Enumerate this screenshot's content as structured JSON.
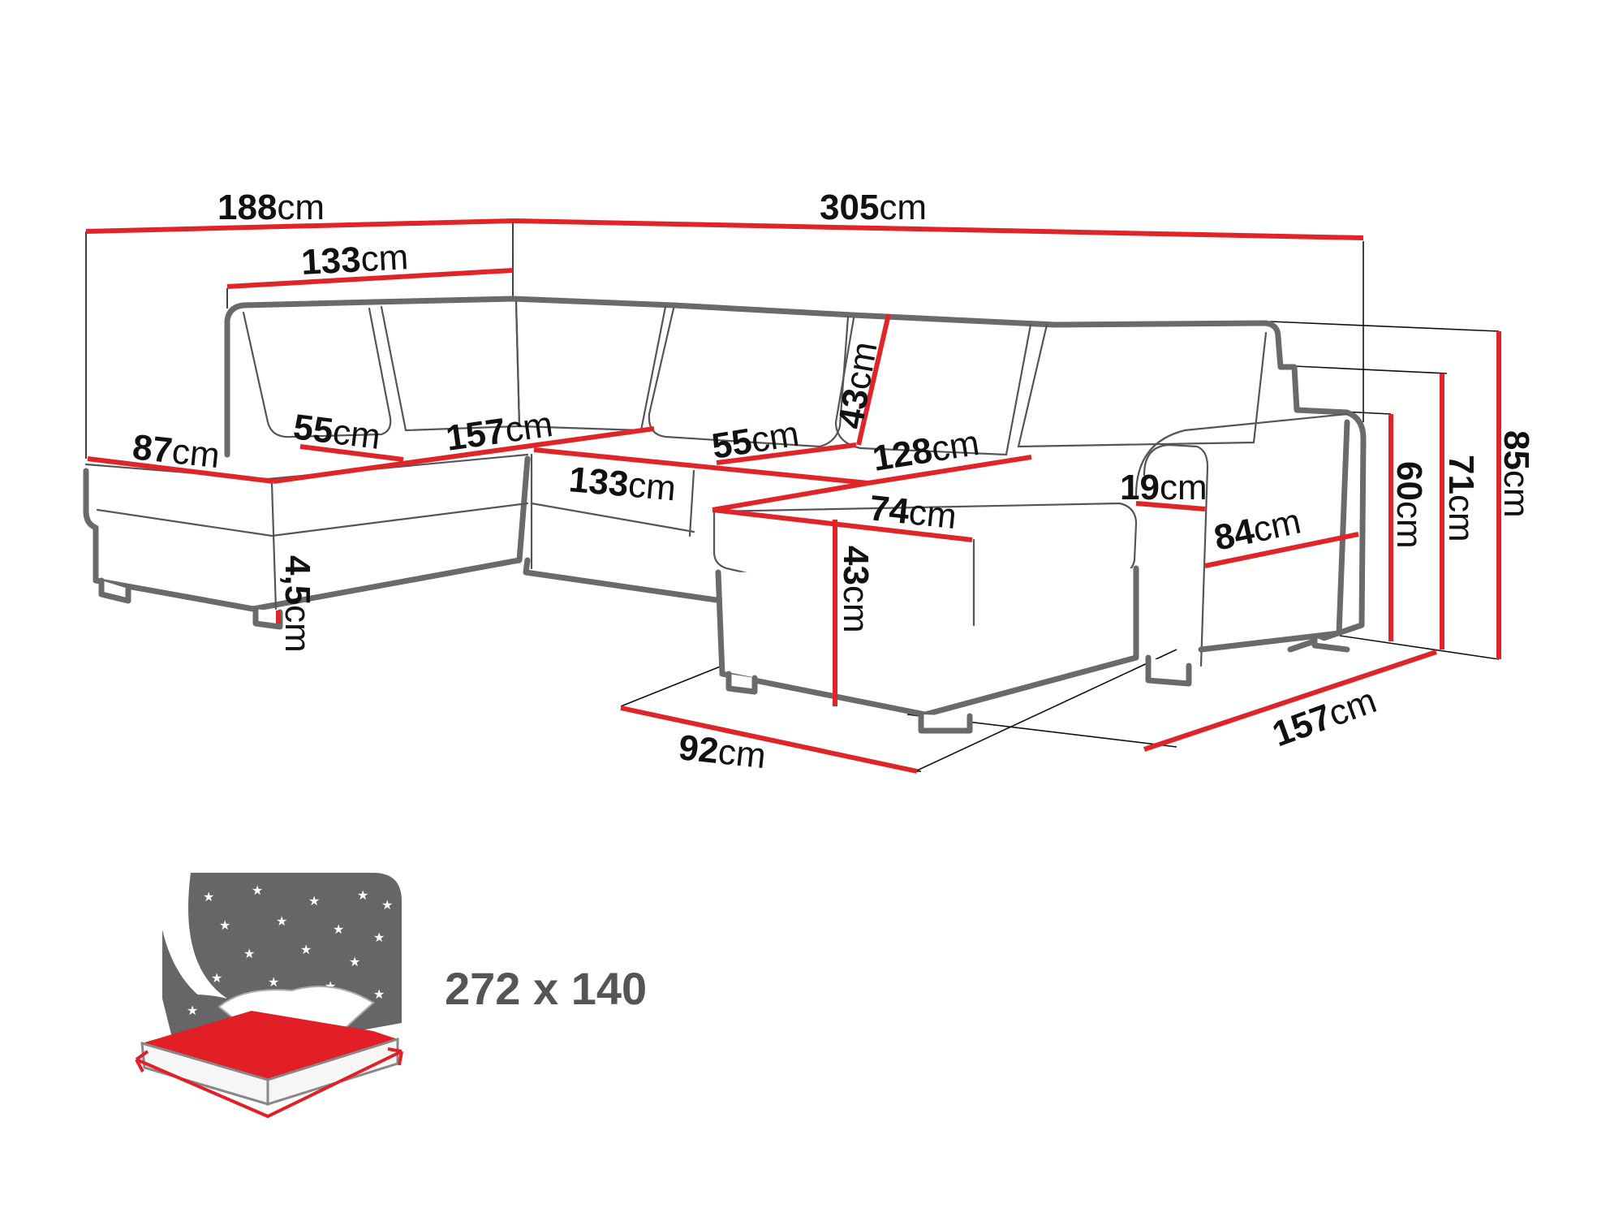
{
  "diagram": {
    "subject": "U-shaped corner sofa bed – dimension drawing",
    "colors": {
      "dimension_line": "#e02528",
      "outline": "#6a6a6a",
      "text": "#111111",
      "icon_gray": "#666666",
      "icon_red": "#e21f26"
    },
    "unit": "cm",
    "dimensions": {
      "total_left_width": {
        "value": "188",
        "unit": "cm"
      },
      "total_right_width": {
        "value": "305",
        "unit": "cm"
      },
      "left_back_width": {
        "value": "133",
        "unit": "cm"
      },
      "left_chaise_depth": {
        "value": "87",
        "unit": "cm"
      },
      "left_seat_depth": {
        "value": "55",
        "unit": "cm"
      },
      "middle_seat_width": {
        "value": "157",
        "unit": "cm"
      },
      "middle_front_width": {
        "value": "133",
        "unit": "cm"
      },
      "right_seat_depth": {
        "value": "55",
        "unit": "cm"
      },
      "backrest_height": {
        "value": "43",
        "unit": "cm"
      },
      "right_seat_width": {
        "value": "128",
        "unit": "cm"
      },
      "ottoman_width": {
        "value": "74",
        "unit": "cm"
      },
      "armrest_width": {
        "value": "19",
        "unit": "cm"
      },
      "armrest_depth": {
        "value": "84",
        "unit": "cm"
      },
      "seat_height_front": {
        "value": "43",
        "unit": "cm"
      },
      "leg_height": {
        "value": "4,5",
        "unit": "cm"
      },
      "armrest_height": {
        "value": "60",
        "unit": "cm"
      },
      "back_height": {
        "value": "71",
        "unit": "cm"
      },
      "total_height": {
        "value": "85",
        "unit": "cm"
      },
      "ottoman_depth": {
        "value": "92",
        "unit": "cm"
      },
      "right_depth": {
        "value": "157",
        "unit": "cm"
      }
    },
    "sleeping_area": {
      "icon": "bed-night-icon",
      "label": "272 x 140"
    }
  }
}
